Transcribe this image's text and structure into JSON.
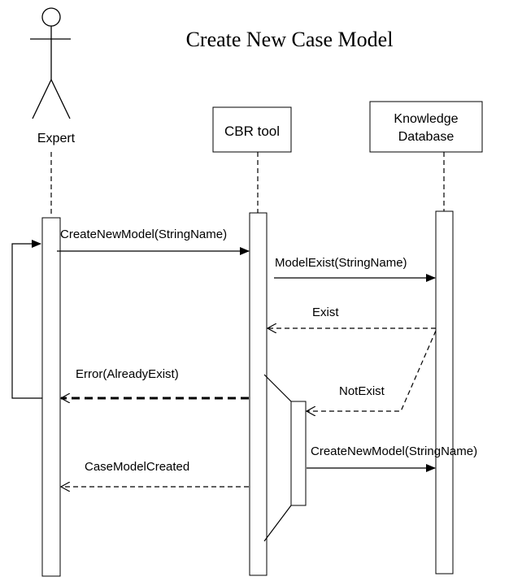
{
  "title": "Create New Case Model",
  "actors": {
    "expert": "Expert",
    "cbr_tool": "CBR tool",
    "knowledge_db_line1": "Knowledge",
    "knowledge_db_line2": "Database"
  },
  "messages": {
    "create_new_model_1": "CreateNewModel(StringName)",
    "model_exist": "ModelExist(StringName)",
    "exist": "Exist",
    "not_exist": "NotExist",
    "error_already_exist": "Error(AlreadyExist)",
    "create_new_model_2": "CreateNewModel(StringName)",
    "case_model_created": "CaseModelCreated"
  }
}
